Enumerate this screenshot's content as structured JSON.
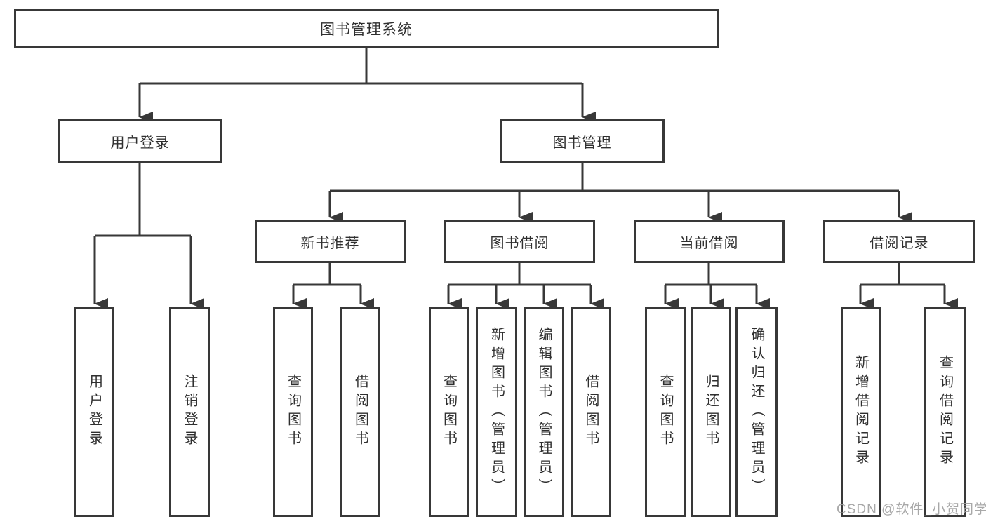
{
  "tree": {
    "root": "图书管理系统",
    "children": [
      {
        "label": "用户登录",
        "children": [
          "用户登录",
          "注销登录"
        ]
      },
      {
        "label": "图书管理",
        "children": [
          {
            "label": "新书推荐",
            "children": [
              "查询图书",
              "借阅图书"
            ]
          },
          {
            "label": "图书借阅",
            "children": [
              "查询图书",
              "新增图书（管理员）",
              "编辑图书（管理员）",
              "借阅图书"
            ]
          },
          {
            "label": "当前借阅",
            "children": [
              "查询图书",
              "归还图书",
              "确认归还（管理员）"
            ]
          },
          {
            "label": "借阅记录",
            "children": [
              "新增借阅记录",
              "查询借阅记录"
            ]
          }
        ]
      }
    ]
  },
  "watermark": {
    "text": "CSDN @软件_小贺同学"
  },
  "colors": {
    "line": "#383838",
    "box_background": "#ffffff",
    "text": "#2f2f2f",
    "watermark": "#9e9e9e"
  }
}
